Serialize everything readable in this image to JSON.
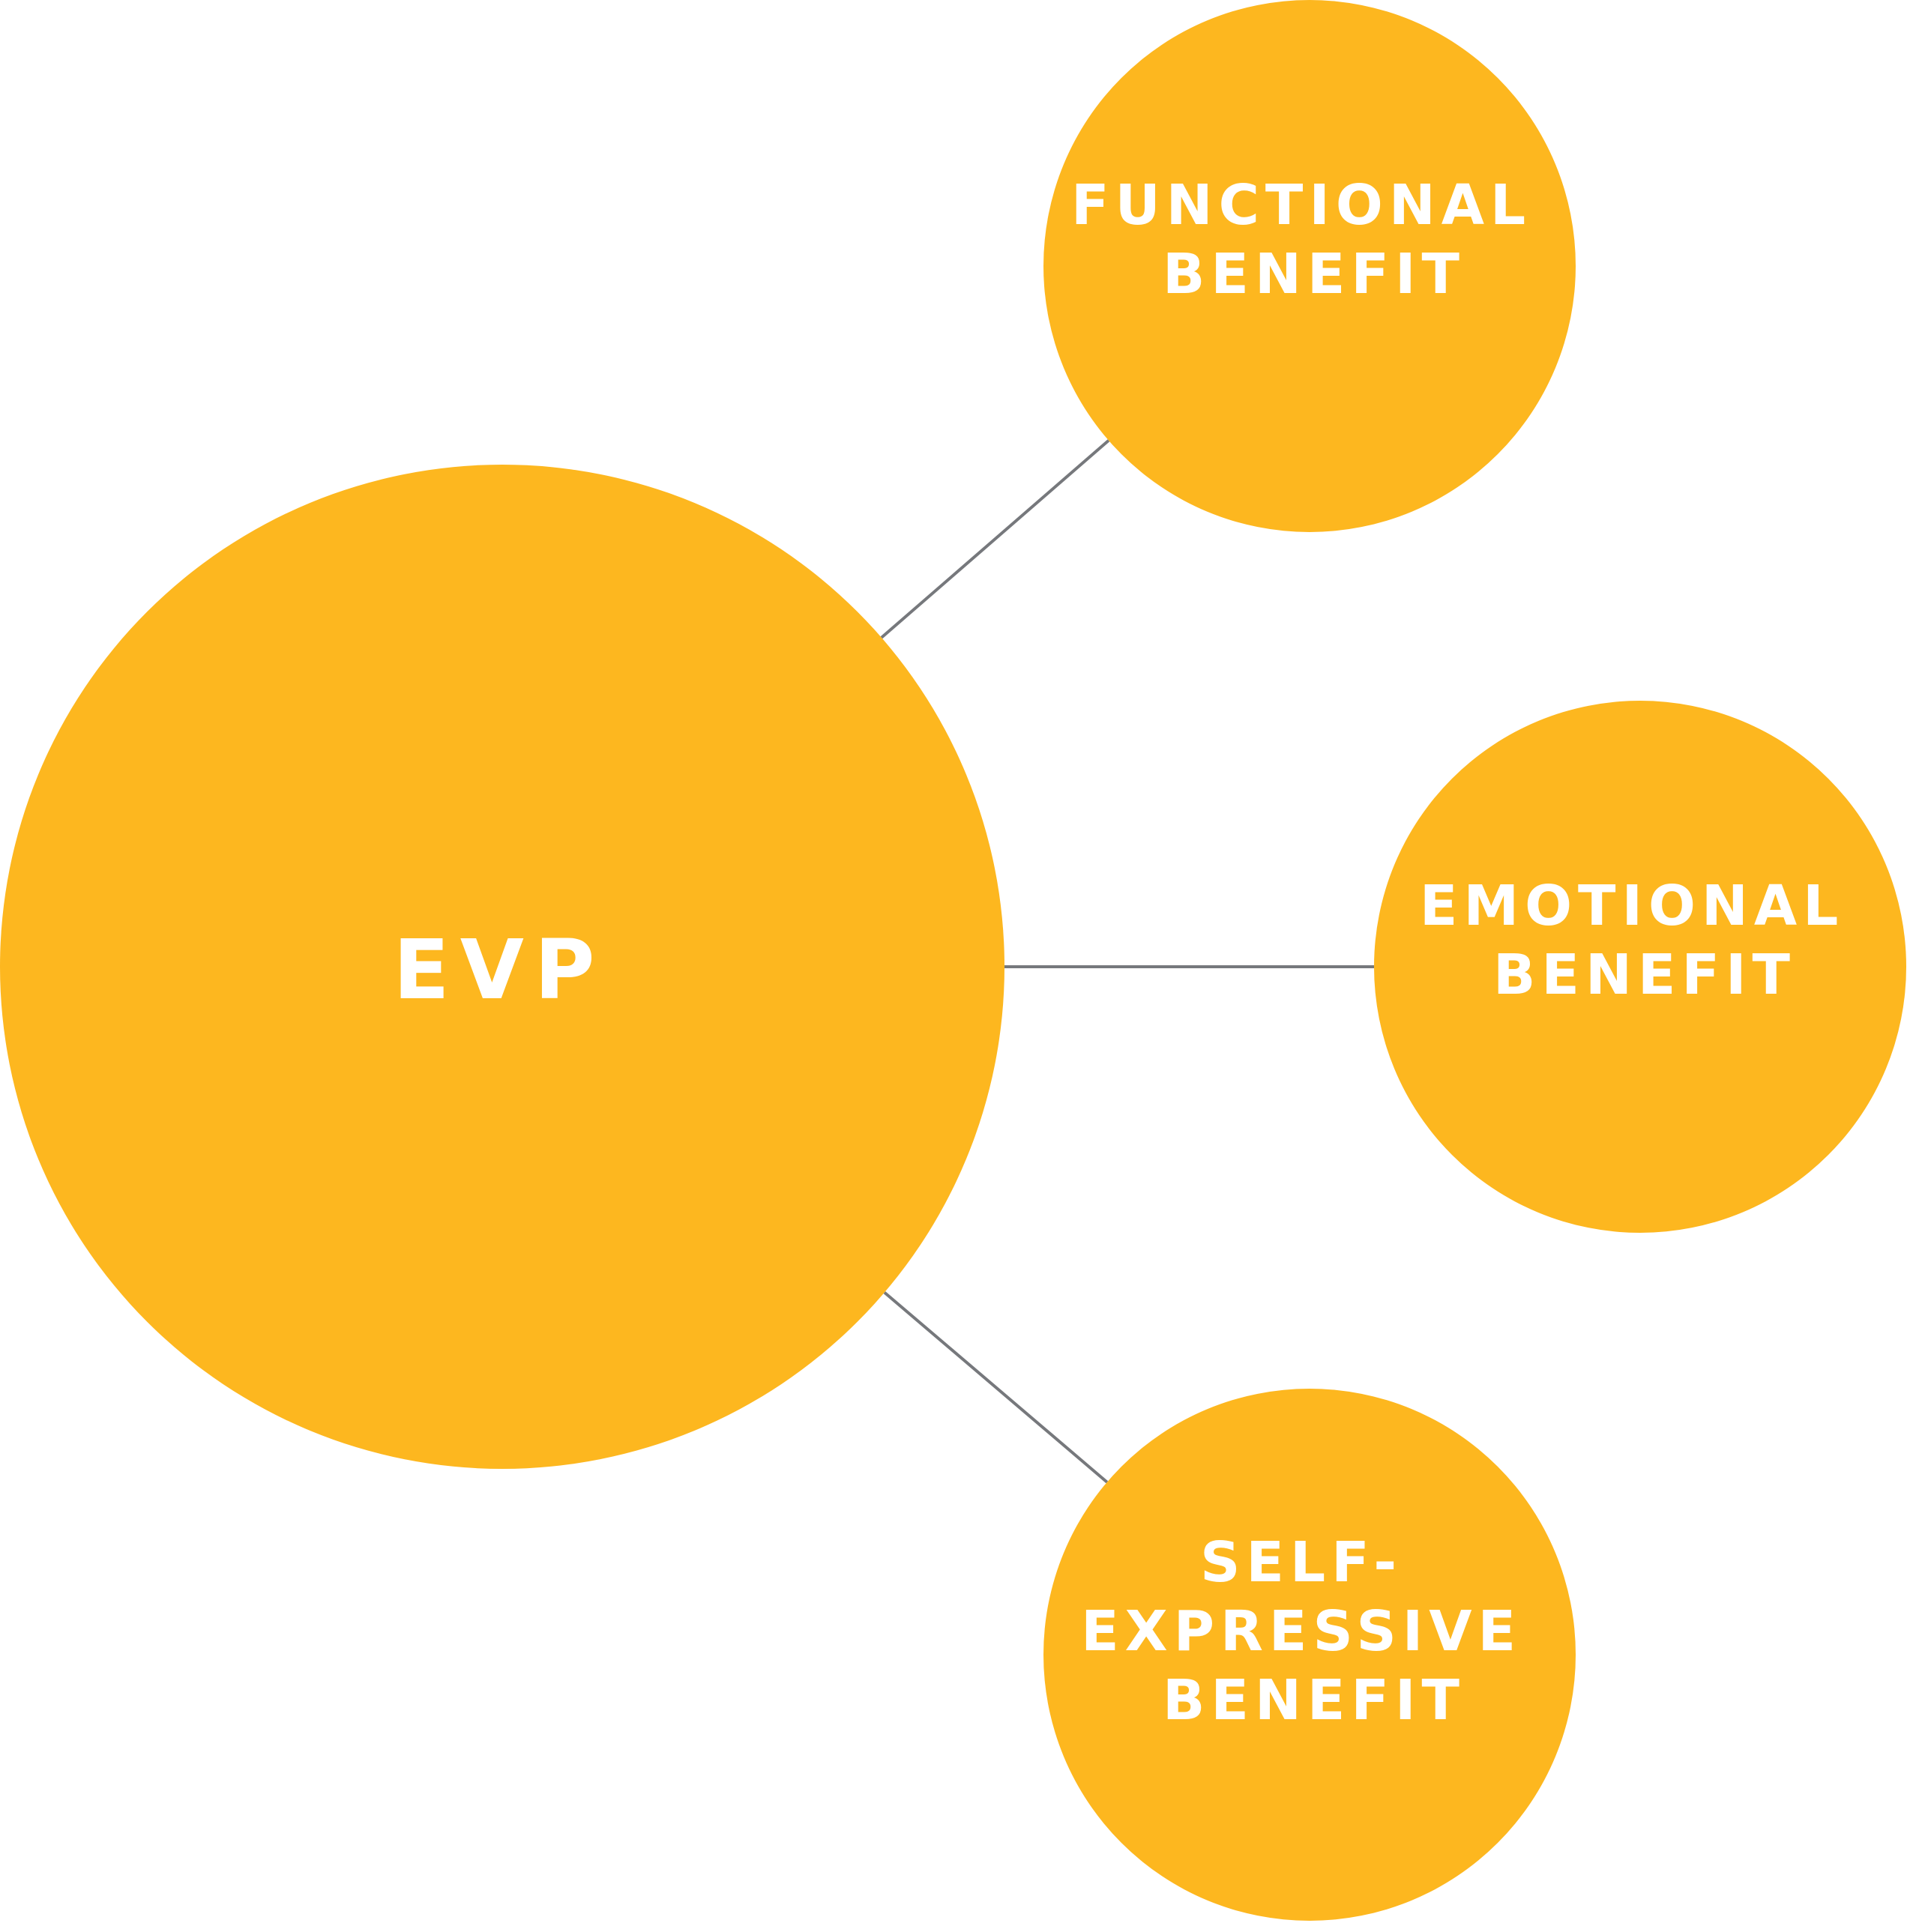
{
  "diagram": {
    "type": "hub-and-spoke",
    "colors": {
      "node_fill": "#FDB71F",
      "label_text": "#FFFFFF",
      "connector": "#76787C",
      "background": "#FFFFFF"
    },
    "hub": {
      "id": "evp",
      "label": "EVP"
    },
    "nodes": [
      {
        "id": "functional",
        "lines": [
          "FUNCTIONAL",
          "BENEFIT"
        ]
      },
      {
        "id": "emotional",
        "lines": [
          "EMOTIONAL",
          "BENEFIT"
        ]
      },
      {
        "id": "self-expressive",
        "lines": [
          "SELF-",
          "EXPRESSIVE",
          "BENEFIT"
        ]
      }
    ],
    "edges": [
      {
        "from": "evp",
        "to": "functional"
      },
      {
        "from": "evp",
        "to": "emotional"
      },
      {
        "from": "evp",
        "to": "self-expressive"
      }
    ]
  }
}
